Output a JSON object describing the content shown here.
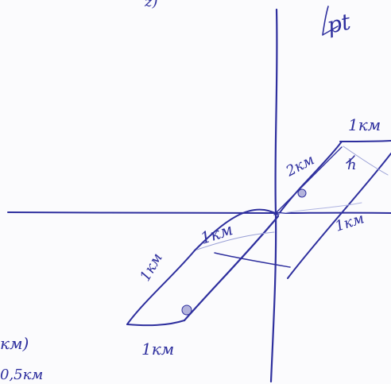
{
  "ink_color": "#2e2f9e",
  "paper_color": "#fbfbfd",
  "labels": {
    "top_left_fragment": "z)",
    "top_right": "pt",
    "top_right_distance": "1км",
    "diagonal_distance": "2км",
    "small_h": "h",
    "right_distance": "1км",
    "center_distance": "1км",
    "left_distance": "1км",
    "bottom_distance": "1км",
    "bottom_left_fragment_1": "км)",
    "bottom_left_fragment_2": "0,5км"
  }
}
